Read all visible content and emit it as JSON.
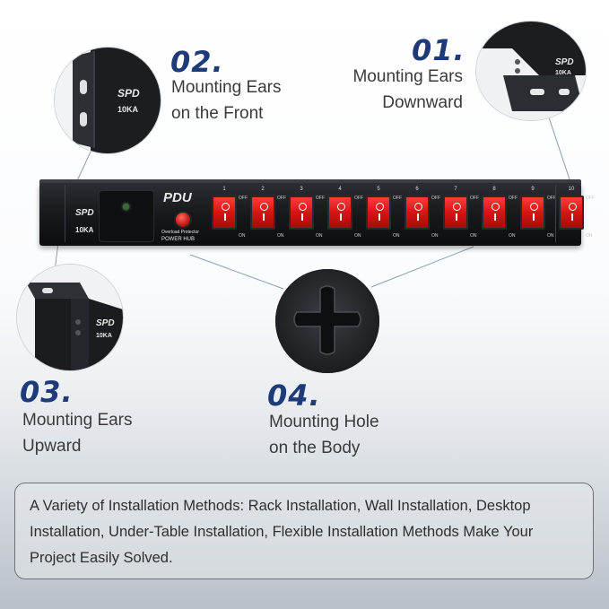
{
  "pdu": {
    "spd_label": "SPD",
    "ka_label": "10KA",
    "brand": "PDU",
    "overload_label": "Overload Protector",
    "hub_label": "POWER HUB",
    "switches": [
      "1",
      "2",
      "3",
      "4",
      "5",
      "6",
      "7",
      "8",
      "9",
      "10"
    ],
    "off_label": "OFF",
    "on_label": "ON"
  },
  "callouts": [
    {
      "number": "01.",
      "line1": "Mounting Ears",
      "line2": "Downward"
    },
    {
      "number": "02.",
      "line1": "Mounting Ears",
      "line2": "on the Front"
    },
    {
      "number": "03.",
      "line1": "Mounting Ears",
      "line2": "Upward"
    },
    {
      "number": "04.",
      "line1": "Mounting Hole",
      "line2": "on the Body"
    }
  ],
  "description": "A Variety of Installation Methods: Rack Installation, Wall Installation, Desktop Installation, Under-Table Installation, Flexible Installation Methods Make Your Project Easily Solved.",
  "colors": {
    "accent": "#1f3a78",
    "switch_red": "#d71414",
    "body": "#15171a"
  }
}
